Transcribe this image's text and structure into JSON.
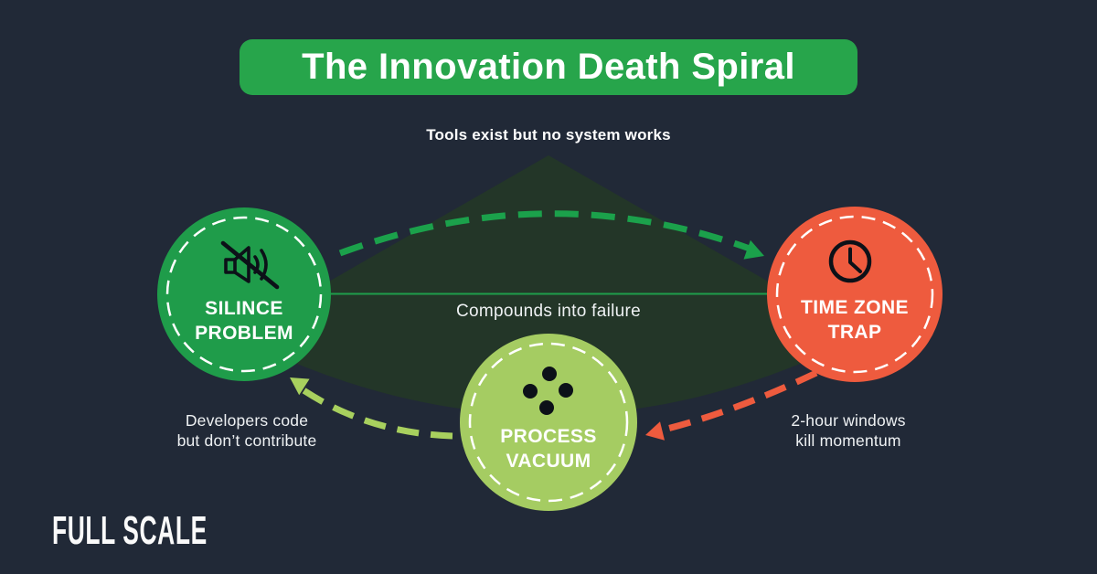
{
  "header": {
    "title": "The Innovation Death Spiral"
  },
  "subtitle": "Tools exist but no system works",
  "center_caption": "Compounds into failure",
  "nodes": [
    {
      "id": "silence-problem",
      "icon": "muted-speaker-icon",
      "line1": "SILINCE",
      "line2": "PROBLEM",
      "color": "#1f9c4a"
    },
    {
      "id": "time-zone-trap",
      "icon": "clock-icon",
      "line1": "TIME ZONE",
      "line2": "TRAP",
      "color": "#ee5b3e"
    },
    {
      "id": "process-vacuum",
      "icon": "dots-icon",
      "line1": "PROCESS",
      "line2": "VACUUM",
      "color": "#a5cc62"
    }
  ],
  "captions": {
    "developers": {
      "line1": "Developers code",
      "line2": "but don’t contribute"
    },
    "windows": {
      "line1": "2-hour windows",
      "line2": "kill momentum"
    }
  },
  "logo": {
    "text": "FULL SCALE"
  },
  "colors": {
    "background": "#212937",
    "banner_green": "#27a54b",
    "node_green": "#1f9c4a",
    "node_orange": "#ee5b3e",
    "node_light_green": "#a5cc62",
    "arrow_green": "#1ba14b",
    "arrow_light_green": "#a8d05e",
    "arrow_orange": "#ee5b3e",
    "triangle_fill": "#233628",
    "connector_line": "#1f9e4b",
    "ring_white": "#ffffff",
    "icon_black": "#0c1118",
    "text_white": "#ffffff"
  }
}
